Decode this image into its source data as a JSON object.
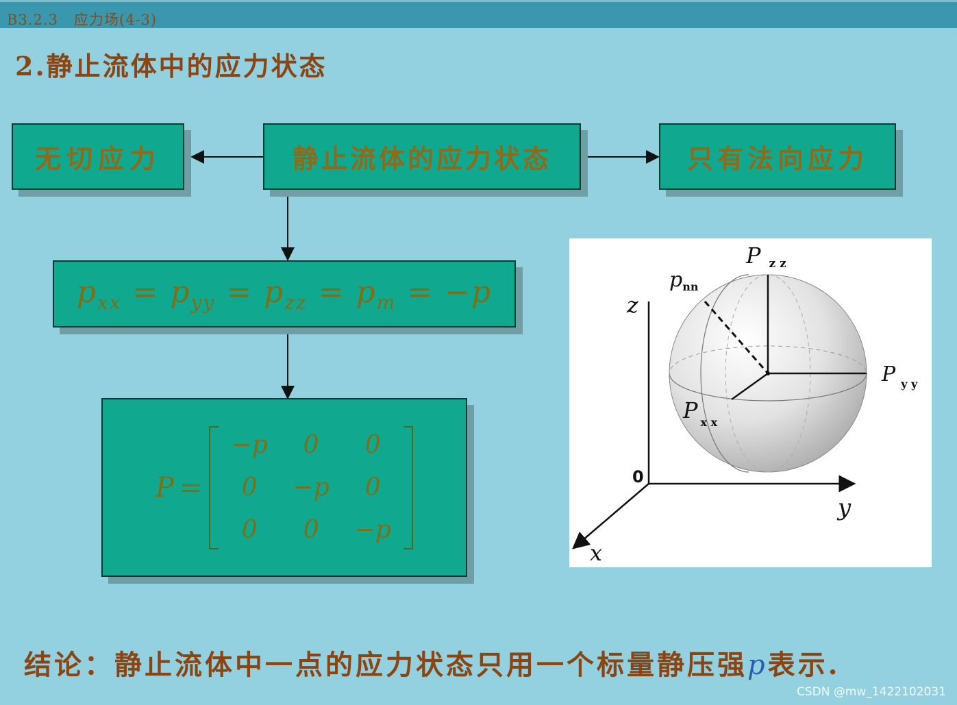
{
  "header": {
    "section": "B3.2.3",
    "subtitle": "应力场(4-3)"
  },
  "title": "2.静止流体中的应力状态",
  "boxes": {
    "left": "无切应力",
    "center": "静止流体的应力状态",
    "right": "只有法向应力"
  },
  "equation": {
    "parts": [
      "p",
      "xx",
      " = ",
      "p",
      "yy",
      " = ",
      "p",
      "zz",
      " = ",
      "p",
      "m",
      " = −",
      "p"
    ]
  },
  "matrix": {
    "lhs": "P",
    "eq": "=",
    "cells": [
      [
        "−p",
        "0",
        "0"
      ],
      [
        "0",
        "−p",
        "0"
      ],
      [
        "0",
        "0",
        "−p"
      ]
    ]
  },
  "figure": {
    "labels": {
      "pzz_main": "P",
      "pzz_sub": "z z",
      "pnn_main": "p",
      "pnn_sub": "nn",
      "pyy_main": "P",
      "pyy_sub": "y y",
      "pxx_main": "P",
      "pxx_sub": "x x",
      "z_axis": "z",
      "y_axis": "y",
      "x_axis": "x",
      "origin": "0"
    }
  },
  "conclusion": {
    "before": "结论：静止流体中一点的应力状态只用一个标量静压强",
    "var": "p",
    "after": "表示."
  },
  "watermark": "CSDN @mw_1422102031",
  "colors": {
    "background": "#93d0e0",
    "box": "#10a98f",
    "title": "#8b4513",
    "box_text": "#8f6a18"
  }
}
